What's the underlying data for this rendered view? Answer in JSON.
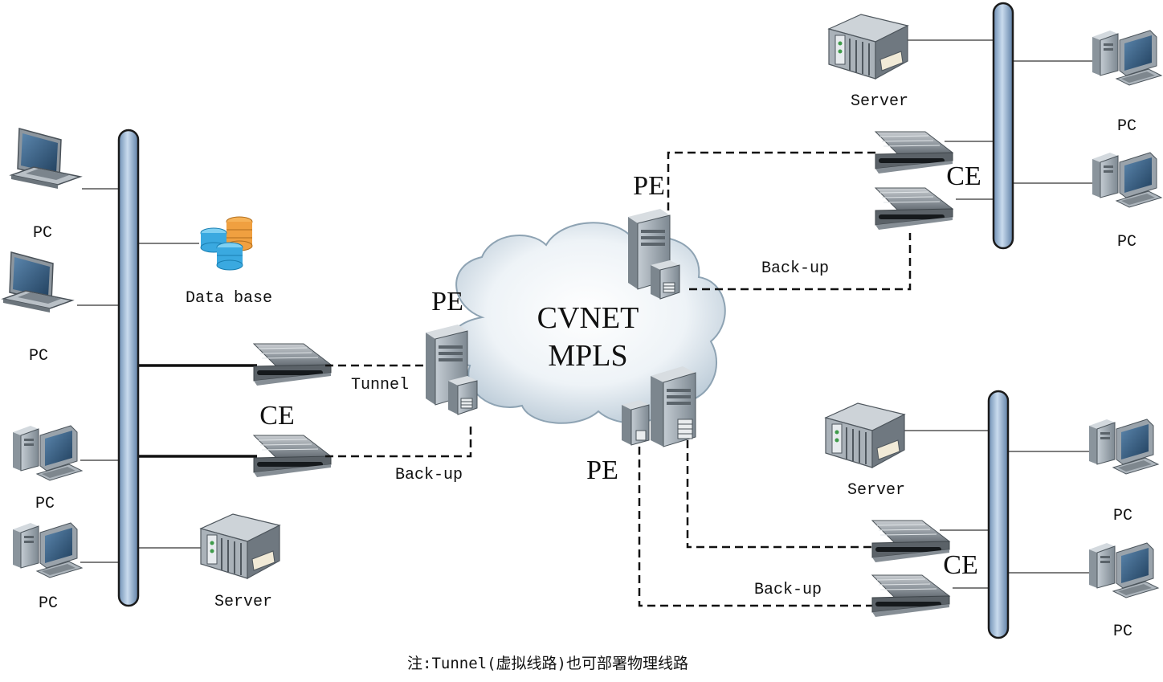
{
  "cloud": {
    "line1": "CVNET",
    "line2": "MPLS"
  },
  "labels": {
    "pc": "PC",
    "server": "Server",
    "database": "Data base",
    "ce": "CE",
    "pe": "PE",
    "tunnel": "Tunnel",
    "backup": "Back-up"
  },
  "note": "注:Tunnel(虚拟线路)也可部署物理线路",
  "colors": {
    "bus": "#a8c0dc",
    "cloud": "#dde8f0",
    "device": "#9aa3ac",
    "monitor": "#38597a",
    "db_blue": "#3aa9e0",
    "db_orange": "#f0a040"
  },
  "icons": [
    "laptop-icon",
    "desktop-pc-icon",
    "server-icon",
    "database-icon",
    "router-icon",
    "pe-router-icon",
    "cloud-icon"
  ]
}
